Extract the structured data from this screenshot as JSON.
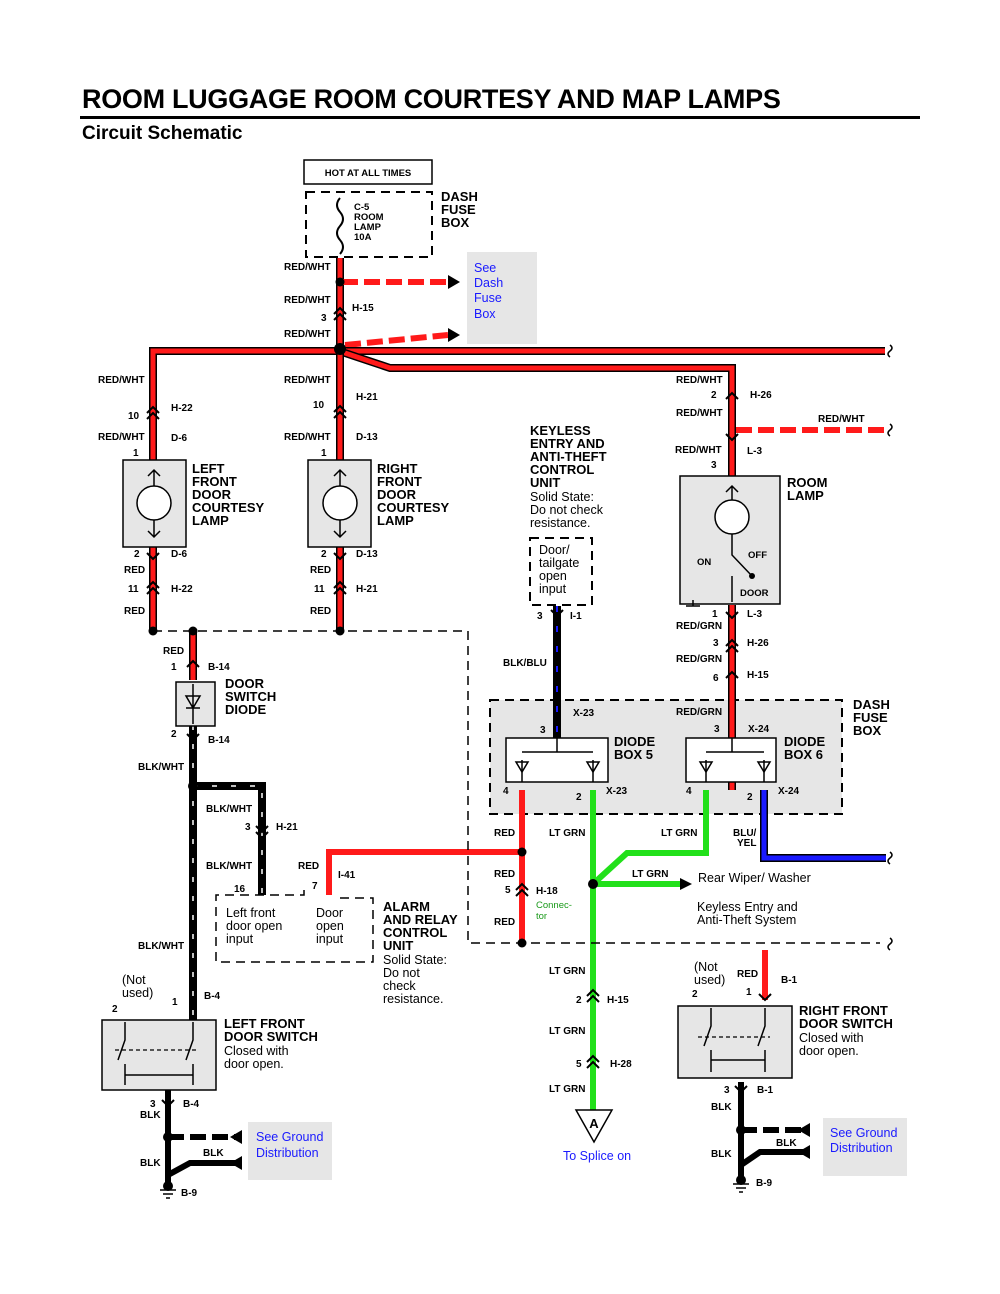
{
  "header": {
    "title": "ROOM LUGGAGE ROOM COURTESY AND MAP LAMPS",
    "subtitle": "Circuit Schematic"
  },
  "colors": {
    "red": "#ff1a1a",
    "green": "#22e01a",
    "blue": "#1a1aff",
    "black": "#000000",
    "link": "#1a1aff",
    "connector_note": "#1a9a1a",
    "shaded_box": "#e6e6e6"
  },
  "labels": {
    "hot": "HOT AT ALL TIMES",
    "fuse": [
      "C-5",
      "ROOM",
      "LAMP",
      "10A"
    ],
    "dash_fuse_box": [
      "DASH",
      "FUSE",
      "BOX"
    ],
    "see_dash": [
      "See",
      "Dash",
      "Fuse",
      "Box"
    ],
    "red_wht": "RED/WHT",
    "h15": "H-15",
    "three": "3",
    "h22": "H-22",
    "ten": "10",
    "d6": "D-6",
    "one": "1",
    "two": "2",
    "four": "4",
    "five": "5",
    "six": "6",
    "seven": "7",
    "eleven": "11",
    "sixteen": "16",
    "h21": "H-21",
    "d13": "D-13",
    "h26": "H-26",
    "l3": "L-3",
    "red": "RED",
    "left_lamp": [
      "LEFT",
      "FRONT",
      "DOOR",
      "COURTESY",
      "LAMP"
    ],
    "right_lamp": [
      "RIGHT",
      "FRONT",
      "DOOR",
      "COURTESY",
      "LAMP"
    ],
    "keyless": [
      "KEYLESS",
      "ENTRY AND",
      "ANTI-THEFT",
      "CONTROL",
      "UNIT"
    ],
    "solid_state": [
      "Solid State:",
      "Do not check",
      "resistance."
    ],
    "door_tailgate": [
      "Door/",
      "tailgate",
      "open",
      "input"
    ],
    "room_lamp": [
      "ROOM",
      "LAMP"
    ],
    "on": "ON",
    "off": "OFF",
    "door": "DOOR",
    "red_grn": "RED/GRN",
    "i1": "I-1",
    "blk_blu": "BLK/BLU",
    "b14": "B-14",
    "door_switch_diode": [
      "DOOR",
      "SWITCH",
      "DIODE"
    ],
    "blk_wht": "BLK/WHT",
    "x23": "X-23",
    "x24": "X-24",
    "diode5": [
      "DIODE",
      "BOX 5"
    ],
    "diode6": [
      "DIODE",
      "BOX 6"
    ],
    "lt_grn": "LT GRN",
    "blu_yel": [
      "BLU/",
      "YEL"
    ],
    "i41": "I-41",
    "h18": "H-18",
    "connector": [
      "Connec-",
      "tor"
    ],
    "rear_wiper": "Rear Wiper/ Washer",
    "keyless_sys": [
      "Keyless Entry and",
      "Anti-Theft System"
    ],
    "left_open": [
      "Left front",
      "door open",
      "input"
    ],
    "door_open": [
      "Door",
      "open",
      "input"
    ],
    "alarm": [
      "ALARM",
      "AND RELAY",
      "CONTROL",
      "UNIT"
    ],
    "solid_state2": [
      "Solid State:",
      "Do not",
      "check",
      "resistance."
    ],
    "not_used": [
      "(Not",
      "used)"
    ],
    "b4": "B-4",
    "b1": "B-1",
    "b9": "B-9",
    "blk": "BLK",
    "lf_switch": [
      "LEFT FRONT",
      "DOOR SWITCH"
    ],
    "rf_switch": [
      "RIGHT FRONT",
      "DOOR SWITCH"
    ],
    "closed_with": [
      "Closed with",
      "door open."
    ],
    "h28": "H-28",
    "splice_a": "A",
    "to_splice": "To Splice on",
    "see_ground": [
      "See Ground",
      "Distribution"
    ]
  }
}
